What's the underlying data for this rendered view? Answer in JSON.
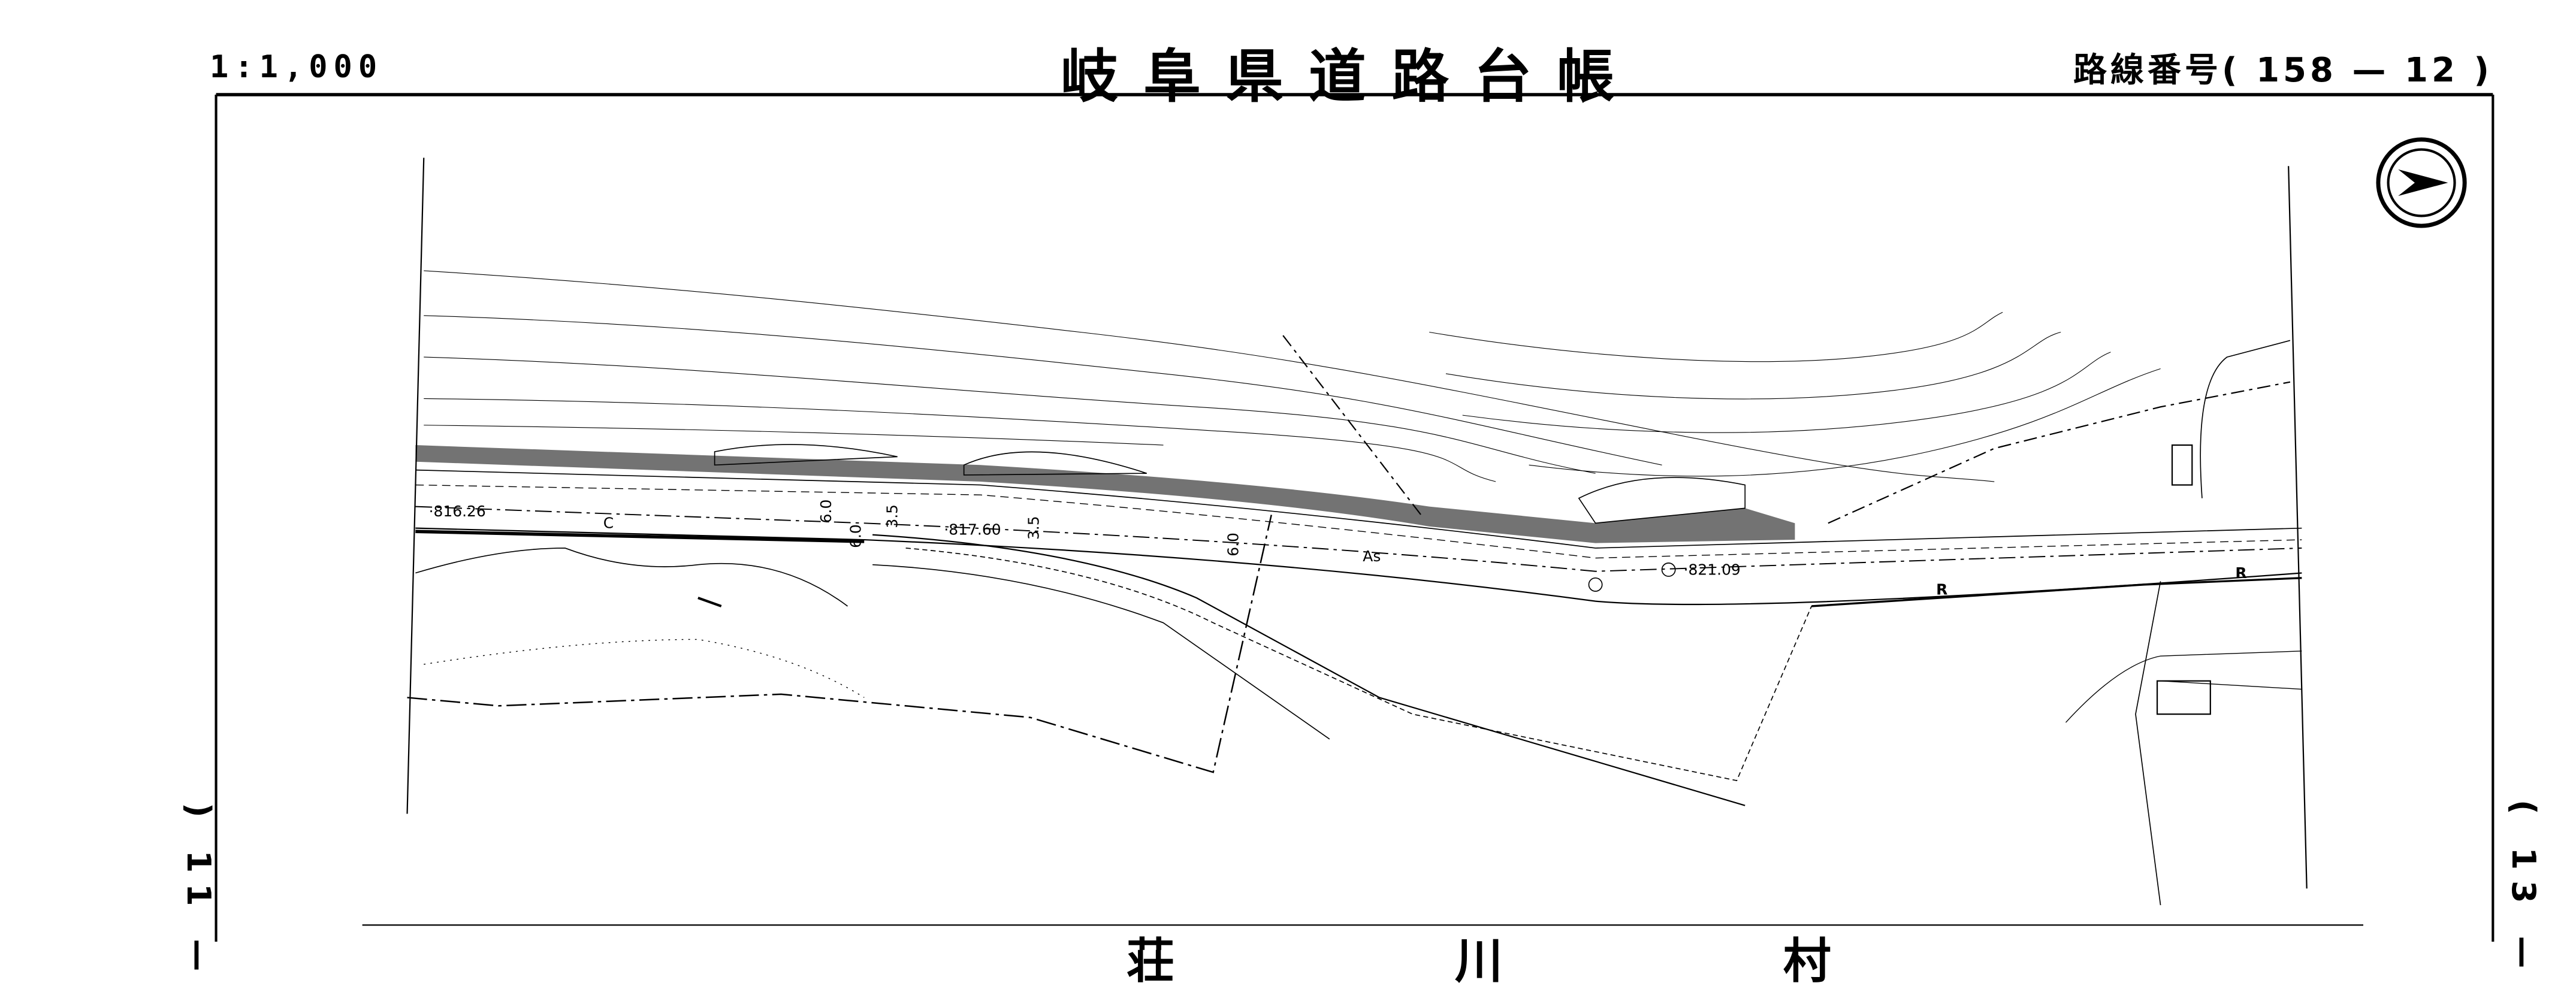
{
  "header": {
    "scale": "1:1,000",
    "title": "岐阜県道路台帳",
    "route_number": "路線番号( 158 — 12 )"
  },
  "margins": {
    "prev_sheet": ") 11 —",
    "next_sheet": "( 13 —"
  },
  "footer": {
    "place_name": "荘 川 村"
  },
  "map": {
    "north_arrow": "north-arrow-icon",
    "labels": {
      "elev1": "·816.26",
      "elev2": "·817.60",
      "elev3": "·821.09",
      "channel": "C",
      "pavement": "As",
      "ditch1": "R",
      "ditch2": "R",
      "width1": "6.0",
      "width2": "3.5",
      "width3": "3.5",
      "width4": "6.0",
      "width5": "6.0"
    }
  }
}
